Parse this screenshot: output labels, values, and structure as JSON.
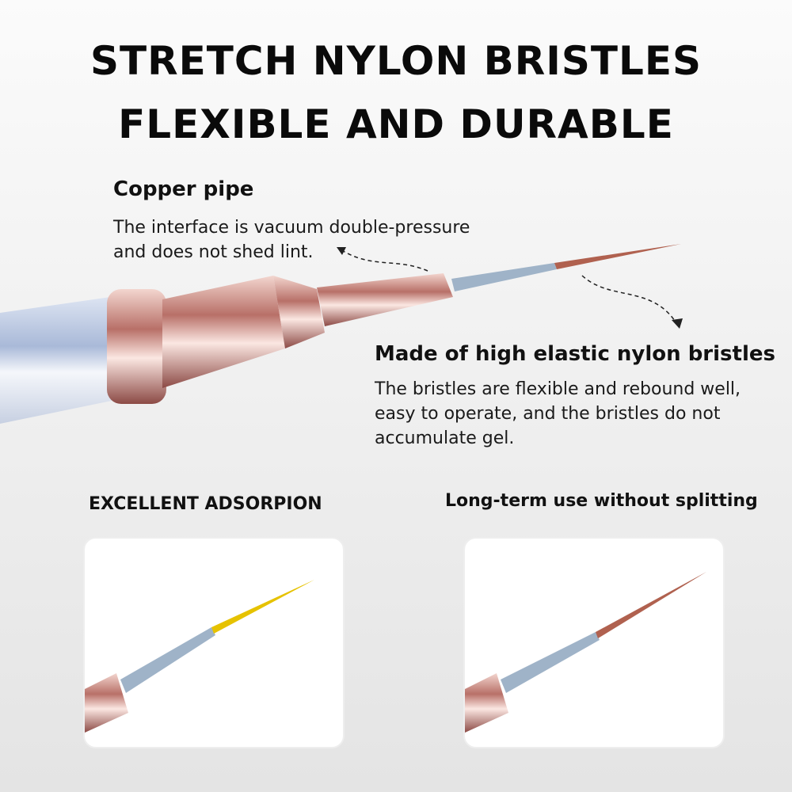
{
  "title": {
    "line1": "STRETCH NYLON BRISTLES",
    "line2": "FLEXIBLE AND DURABLE"
  },
  "copper": {
    "heading": "Copper pipe",
    "text": [
      "The interface is vacuum double-pressure",
      "and does not shed lint."
    ]
  },
  "nylon": {
    "heading": "Made of high elastic nylon bristles",
    "text": [
      "The bristles are flexible and rebound well,",
      "easy to operate, and the bristles do not",
      "accumulate gel."
    ]
  },
  "features": [
    {
      "label": "EXCELLENT ADSORPION"
    },
    {
      "label": "Long-term use without splitting"
    }
  ],
  "colors": {
    "copper": "#c98f86",
    "steel": "#9fb3c8",
    "bristle": "#b0614f",
    "gel": "#e6c200"
  }
}
